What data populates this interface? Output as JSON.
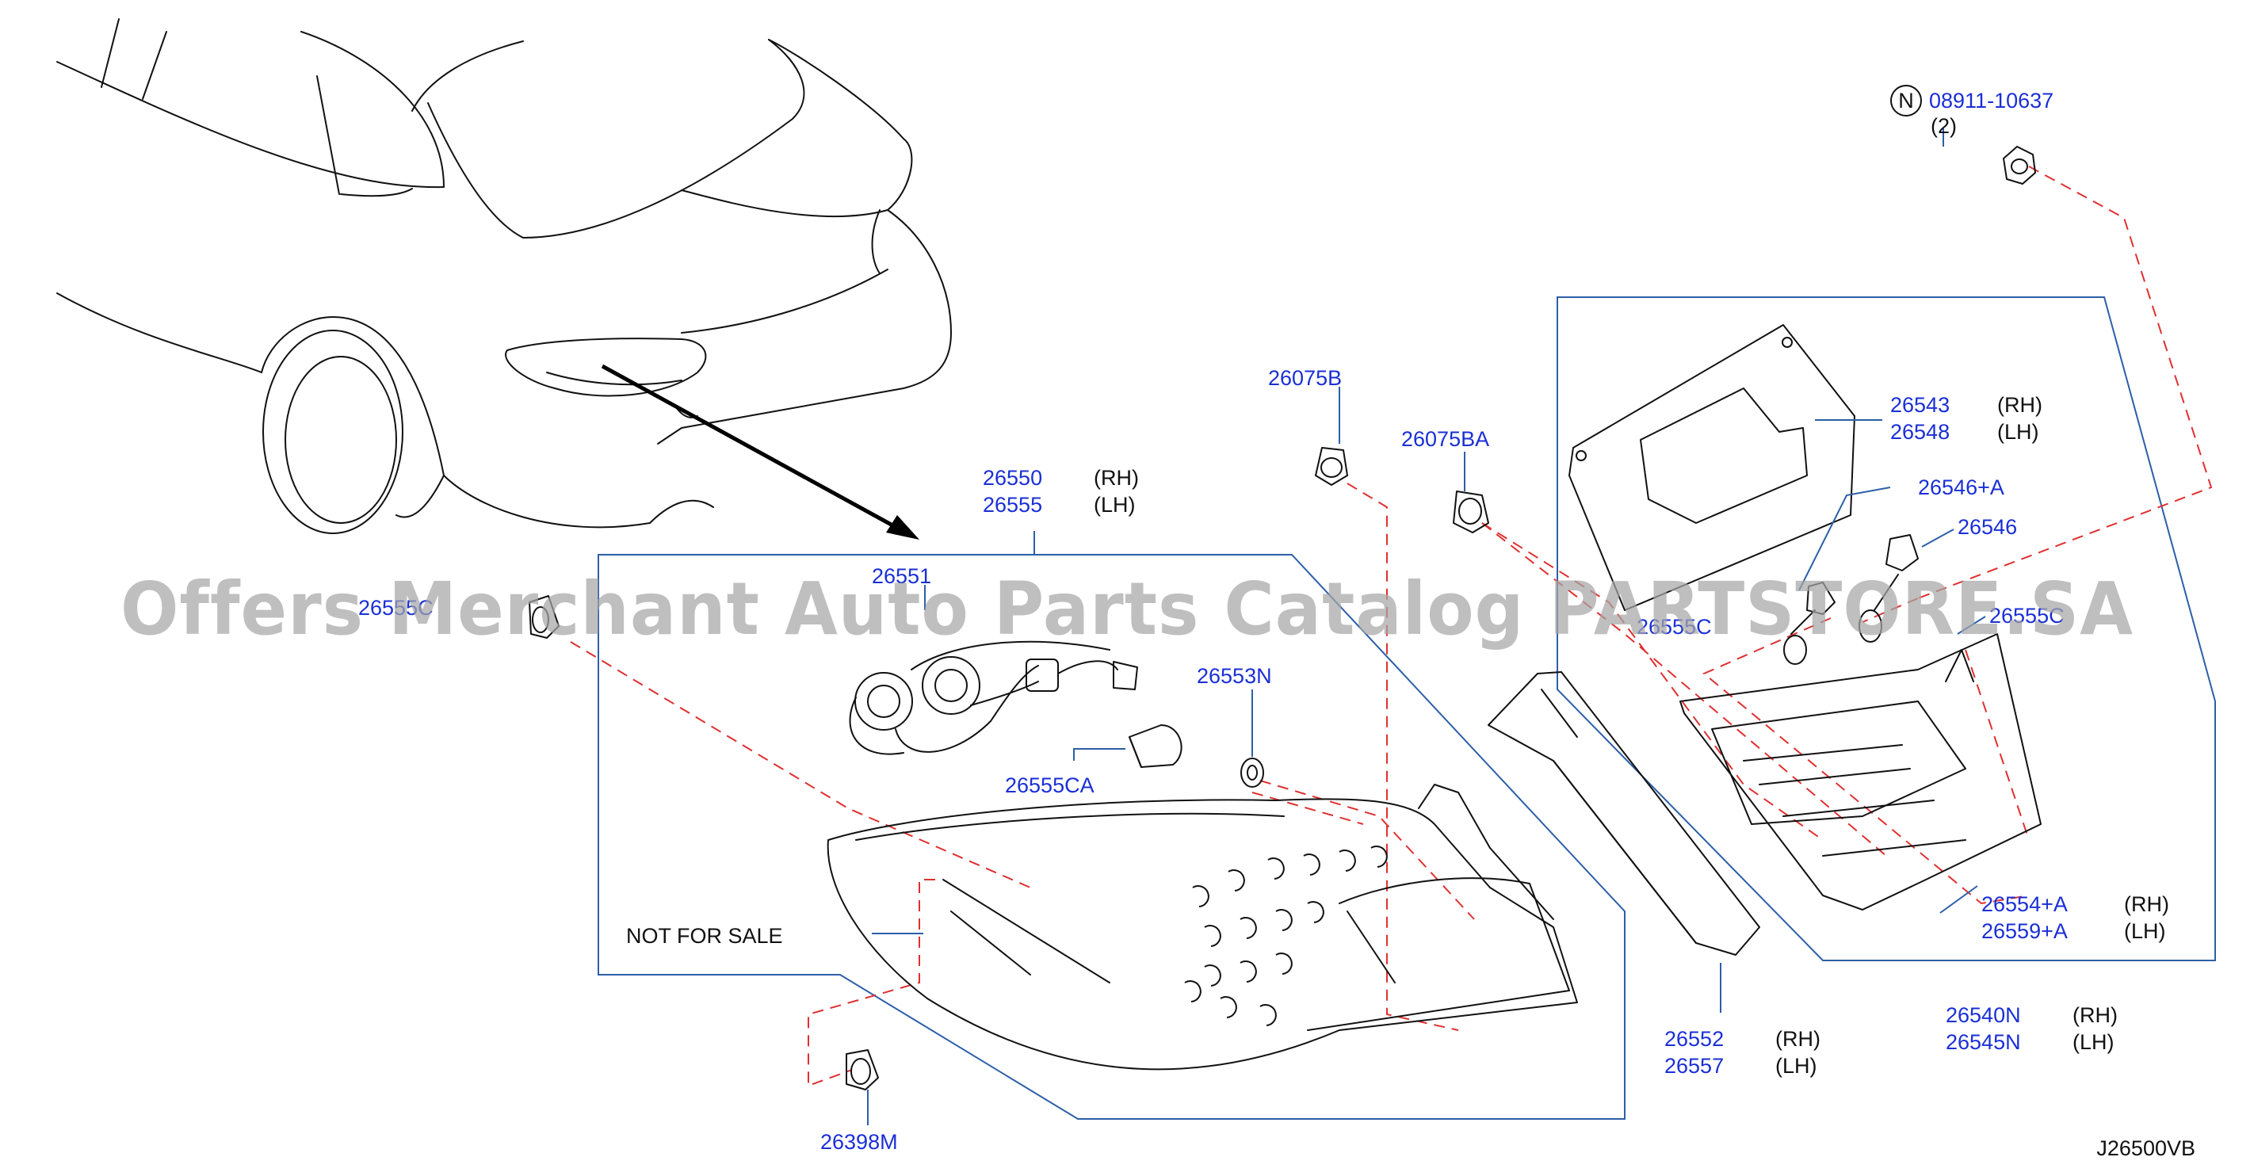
{
  "watermark": "Offers Merchant Auto Parts Catalog PARTSTORE.SA",
  "diagram_code": "J26500VB",
  "note": "NOT FOR SALE",
  "nut_symbol": "N",
  "labels": {
    "nut_part": "08911-10637",
    "nut_qty": "(2)",
    "p26075B": "26075B",
    "p26075BA": "26075BA",
    "p26550": "26550",
    "p26555": "26555",
    "p26551": "26551",
    "p26555C_left": "26555C",
    "p26553N": "26553N",
    "p26555CA": "26555CA",
    "p26398M": "26398M",
    "p26552": "26552",
    "p26557": "26557",
    "p26543": "26543",
    "p26548": "26548",
    "p26546A": "26546+A",
    "p26546": "26546",
    "p26555C_mid": "26555C",
    "p26555C_right": "26555C",
    "p26554A": "26554+A",
    "p26559A": "26559+A",
    "p26540N": "26540N",
    "p26545N": "26545N"
  },
  "sides": {
    "rh": "(RH)",
    "lh": "(LH)"
  }
}
